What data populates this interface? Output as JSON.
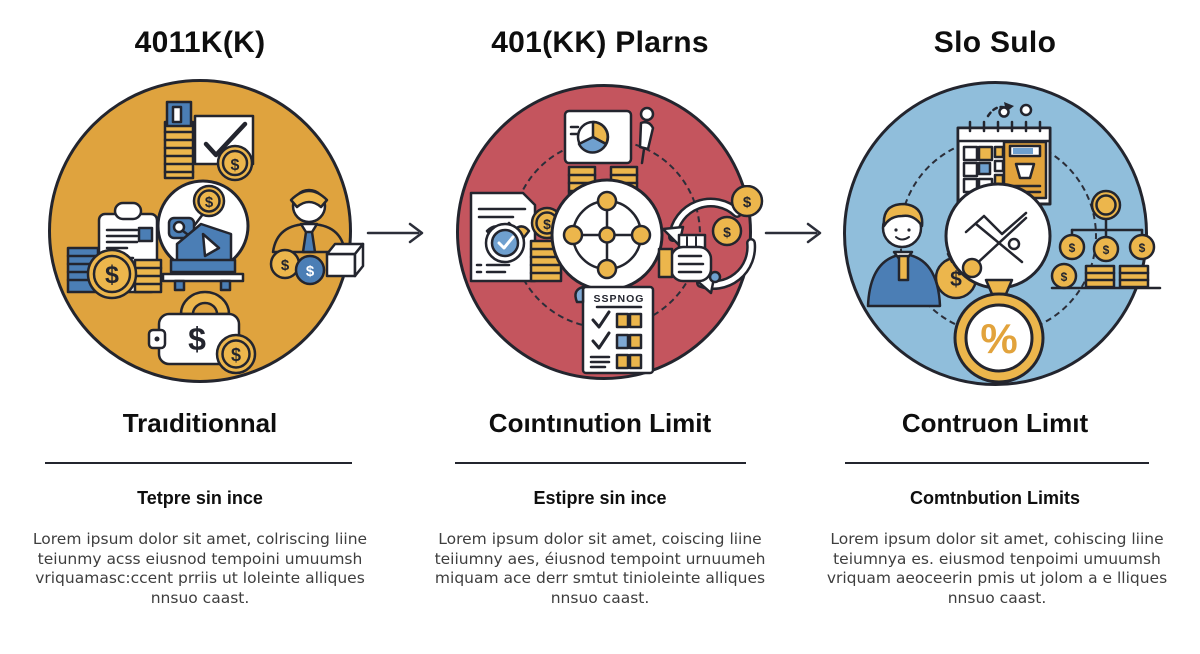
{
  "glyphs": {
    "dollar": "$",
    "percent": "%"
  },
  "columns": [
    {
      "header": "4011K(K)",
      "title": "Traıditionnal",
      "subtitle": "Tetpre sin ince",
      "body": "Lorem ipsum dolor sit amet, colriscing liine\nteiunmy acss eiusnod tempoini umuumsh\nvriquamasc:ccent prriis ut loleinte alliques\nnnsuo caast.",
      "circle_color": "#DFA33E",
      "icons": [
        "coins-envelope-check",
        "clipboard-coins",
        "savings-cart",
        "businessman-coins",
        "wallet-coin"
      ]
    },
    {
      "header": "401(KK) Plarns",
      "title": "Coıntınution Limit",
      "subtitle": "Estipre sin ince",
      "checklist_label": "SSPNOG",
      "body": "Lorem ipsum dolor sit amet, coiscing liine\nteiiumny aes, éiusnod tempoint urnuumeh\nmiquam ace derr smtut tinioleinte alliques\nnnsuo caast.",
      "circle_color": "#C4555E",
      "icons": [
        "presentation-coins",
        "document-badge-coins",
        "network-diagram",
        "money-cycle",
        "checklist"
      ]
    },
    {
      "header": "Slo Sulo",
      "title": "Contruon Limıt",
      "subtitle": "Comtnbution Limits",
      "body": "Lorem ipsum dolor sit amet, cohiscing liine\nteiumnya es. eiusmod tenpoimi umuumsh\nvriquam aeoceerin pmis ut jolom a e lliques\nnnsuo caast.",
      "circle_color": "#90BEDB",
      "icons": [
        "calendar-chart",
        "person-moneybag",
        "percent-lines",
        "coin-tree",
        "percent-stopwatch"
      ]
    }
  ]
}
